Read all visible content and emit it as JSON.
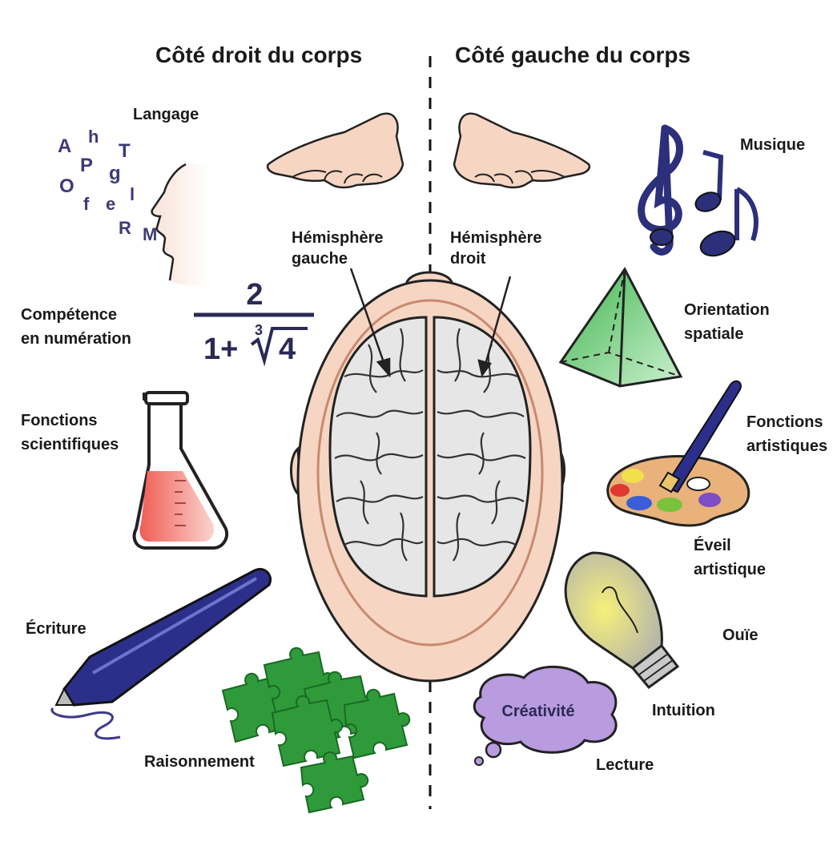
{
  "headers": {
    "left": "Côté droit du corps",
    "right": "Côté gauche du corps"
  },
  "hemispheres": {
    "left": {
      "line1": "Hémisphère",
      "line2": "gauche"
    },
    "right": {
      "line1": "Hémisphère",
      "line2": "droit"
    }
  },
  "left_functions": {
    "language": "Langage",
    "numeracy_line1": "Compétence",
    "numeracy_line2": "en numération",
    "science_line1": "Fonctions",
    "science_line2": "scientifiques",
    "writing": "Écriture",
    "reasoning": "Raisonnement"
  },
  "right_functions": {
    "music": "Musique",
    "spatial_line1": "Orientation",
    "spatial_line2": "spatiale",
    "art_line1": "Fonctions",
    "art_line2": "artistiques",
    "awareness_line1": "Éveil",
    "awareness_line2": "artistique",
    "hearing": "Ouïe",
    "intuition": "Intuition",
    "creativity": "Créativité",
    "reading": "Lecture"
  },
  "letters": [
    "A",
    "h",
    "T",
    "P",
    "g",
    "O",
    "l",
    "f",
    "e",
    "R",
    "M"
  ],
  "formula": {
    "numerator": "2",
    "denominator_base": "1+",
    "root_index": "3",
    "radicand": "4"
  },
  "colors": {
    "text": "#1a1a1a",
    "letters": "#3d3a78",
    "skin": "#f6d5c3",
    "brain": "#e6e6e6",
    "prism": "#4dbf58",
    "flask_liquid": "#ef5d55",
    "pen": "#2c2f8a",
    "puzzle": "#2f9a3a",
    "cloud": "#b99be0",
    "bulb": "#f3ec6e",
    "music": "#2c2f7a"
  }
}
